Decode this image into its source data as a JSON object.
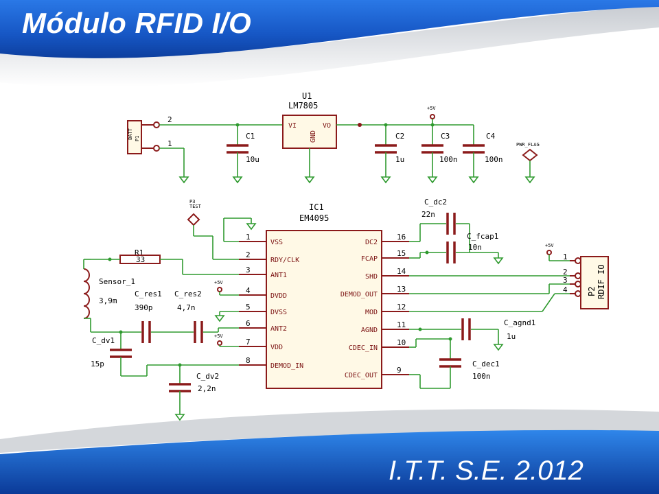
{
  "slide": {
    "title": "Módulo RFID I/O",
    "footer": "I.T.T. S.E. 2.012"
  },
  "regulator": {
    "ref": "U1",
    "value": "LM7805",
    "pins": {
      "vi": "VI",
      "vo": "VO",
      "gnd": "GND"
    }
  },
  "battery": {
    "ref": "P1",
    "name": "BATT",
    "pin_top": "2",
    "pin_bottom": "1"
  },
  "power_caps": [
    {
      "ref": "C1",
      "value": "10u"
    },
    {
      "ref": "C2",
      "value": "1u"
    },
    {
      "ref": "C3",
      "value": "100n"
    },
    {
      "ref": "C4",
      "value": "100n"
    }
  ],
  "power_symbols": {
    "vcc": "+5V",
    "pwr_flag": "PWR_FLAG"
  },
  "test_point": {
    "ref": "P3",
    "name": "TEST"
  },
  "ic": {
    "ref": "IC1",
    "value": "EM4095",
    "left_pins": [
      {
        "num": "1",
        "name": "VSS"
      },
      {
        "num": "2",
        "name": "RDY/CLK"
      },
      {
        "num": "3",
        "name": "ANT1"
      },
      {
        "num": "4",
        "name": "DVDD"
      },
      {
        "num": "5",
        "name": "DVSS"
      },
      {
        "num": "6",
        "name": "ANT2"
      },
      {
        "num": "7",
        "name": "VDD"
      },
      {
        "num": "8",
        "name": "DEMOD_IN"
      }
    ],
    "right_pins": [
      {
        "num": "16",
        "name": "DC2"
      },
      {
        "num": "15",
        "name": "FCAP"
      },
      {
        "num": "14",
        "name": "SHD"
      },
      {
        "num": "13",
        "name": "DEMOD_OUT"
      },
      {
        "num": "12",
        "name": "MOD"
      },
      {
        "num": "11",
        "name": "AGND"
      },
      {
        "num": "10",
        "name": "CDEC_IN"
      },
      {
        "num": "9",
        "name": "CDEC_OUT"
      }
    ]
  },
  "ic_caps": [
    {
      "ref": "C_dc2",
      "value": "22n"
    },
    {
      "ref": "C_fcap1",
      "value": "10n"
    },
    {
      "ref": "C_agnd1",
      "value": "1u"
    },
    {
      "ref": "C_dec1",
      "value": "100n"
    },
    {
      "ref": "C_res1",
      "value": "390p"
    },
    {
      "ref": "C_res2",
      "value": "4,7n"
    },
    {
      "ref": "C_dv1",
      "value": "15p"
    },
    {
      "ref": "C_dv2",
      "value": "2,2n"
    }
  ],
  "resistor": {
    "ref": "R1",
    "value": "33"
  },
  "sensor": {
    "ref": "Sensor_1",
    "value": "3,9m"
  },
  "connector": {
    "ref": "P2",
    "name": "RDIF IO",
    "pins": [
      "1",
      "2",
      "3",
      "4"
    ]
  },
  "theme": {
    "banner_blue": "#1f5fcc",
    "wire_green": "#2f9a2f",
    "part_red": "#8b1a1a"
  }
}
